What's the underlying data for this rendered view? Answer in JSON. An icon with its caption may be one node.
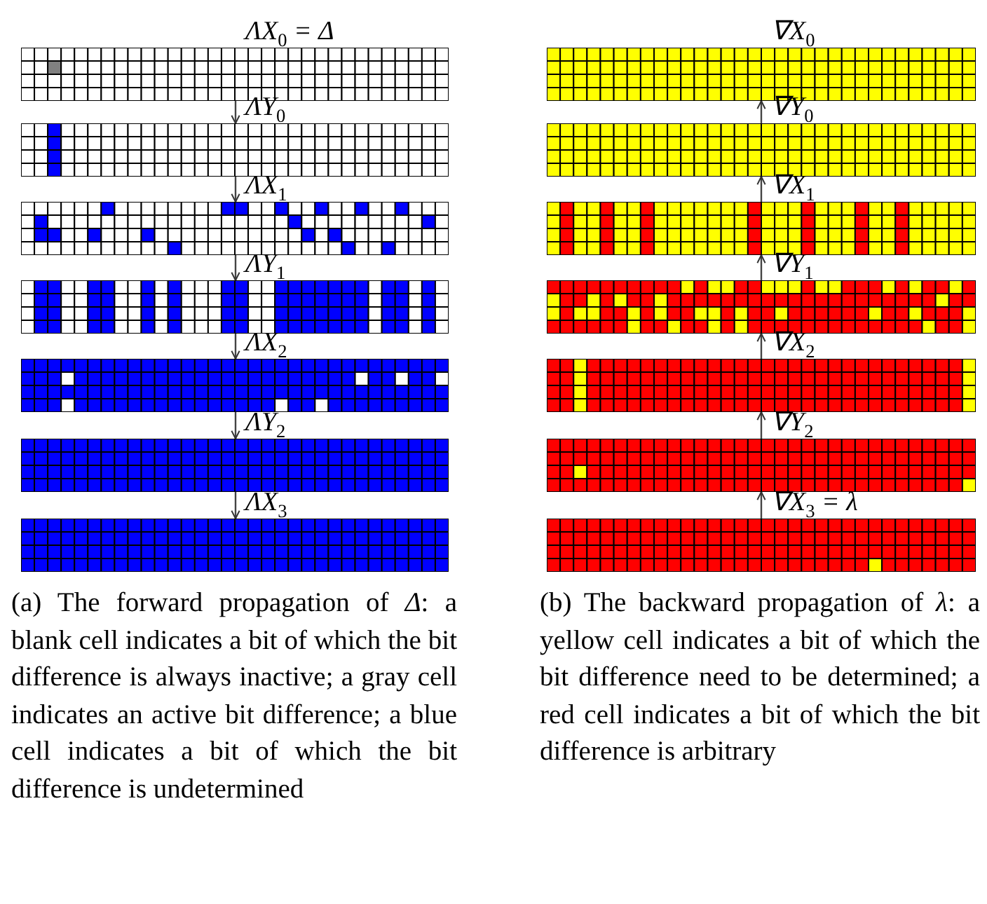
{
  "diagram": {
    "nodes": [
      {
        "text": [],
        "shape": "grid",
        "beside": [
          "ΛX$_{0}$ = Δ"
        ]
      },
      {
        "text": [],
        "shape": "grid",
        "beside": [
          "ΛY$_{0}$"
        ]
      },
      {
        "text": [],
        "shape": "grid",
        "beside": [
          "ΛX$_{1}$"
        ]
      },
      {
        "text": [],
        "shape": "grid",
        "beside": [
          "ΛY$_{1}$"
        ]
      },
      {
        "text": [],
        "shape": "grid",
        "beside": [
          "ΛX$_{2}$"
        ]
      },
      {
        "text": [],
        "shape": "grid",
        "beside": [
          "ΛY$_{2}$"
        ]
      },
      {
        "text": [],
        "shape": "grid",
        "beside": [
          "ΛX$_{3}$"
        ]
      },
      {
        "text": [],
        "shape": "grid",
        "beside": [
          "∇X$_{0}$"
        ]
      },
      {
        "text": [],
        "shape": "grid",
        "beside": [
          "∇Y$_{0}$"
        ]
      },
      {
        "text": [],
        "shape": "grid",
        "beside": [
          "∇X$_{1}$"
        ]
      },
      {
        "text": [],
        "shape": "grid",
        "beside": [
          "∇Y$_{1}$"
        ]
      },
      {
        "text": [],
        "shape": "grid",
        "beside": [
          "∇X$_{2}$"
        ]
      },
      {
        "text": [],
        "shape": "grid",
        "beside": [
          "∇Y$_{2}$"
        ]
      },
      {
        "text": [],
        "shape": "grid",
        "beside": [
          "∇X$_{3}$ = λ"
        ]
      }
    ],
    "edges": [
      {
        "from": 0,
        "to": 1,
        "arrow": "to"
      },
      {
        "from": 1,
        "to": 2,
        "arrow": "to"
      },
      {
        "from": 2,
        "to": 3,
        "arrow": "to"
      },
      {
        "from": 3,
        "to": 4,
        "arrow": "to"
      },
      {
        "from": 4,
        "to": 5,
        "arrow": "to"
      },
      {
        "from": 5,
        "to": 6,
        "arrow": "to"
      },
      {
        "from": 8,
        "to": 7,
        "arrow": "to"
      },
      {
        "from": 9,
        "to": 8,
        "arrow": "to"
      },
      {
        "from": 10,
        "to": 9,
        "arrow": "to"
      },
      {
        "from": 11,
        "to": 10,
        "arrow": "to"
      },
      {
        "from": 12,
        "to": 11,
        "arrow": "to"
      },
      {
        "from": 13,
        "to": 12,
        "arrow": "to"
      }
    ],
    "labels": [
      "(a) The forward propagation of *Δ*: a blank cell indicates a bit of which the bit difference is always inactive; a gray cell indicates an active bit difference; a blue cell indicates a bit of which the bit difference is undetermined",
      "(b) The backward propagation of *λ*: a yellow cell indicates a bit of which the bit difference need to be determined; a red cell indicates a bit of which the bit difference is arbitrary"
    ]
  }
}
